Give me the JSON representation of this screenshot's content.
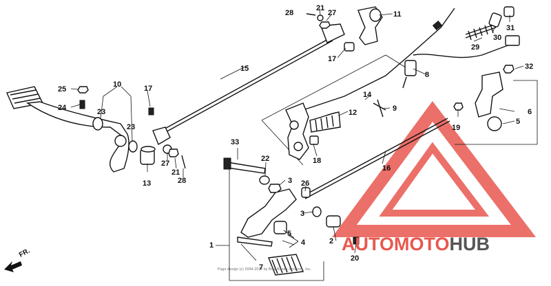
{
  "diagram": {
    "copyright": "Page design (c) 2004-2017 by Bike Bandit Services, Inc.",
    "direction_label": "FR.",
    "watermark": {
      "part1": "AUTO",
      "part2": "MOTO",
      "part3": "HUB",
      "colors": {
        "red": "#e8584f",
        "gray": "#555555"
      }
    },
    "callouts": [
      {
        "id": "c1",
        "text": "1"
      },
      {
        "id": "c2",
        "text": "2"
      },
      {
        "id": "c3a",
        "text": "3"
      },
      {
        "id": "c3b",
        "text": "3"
      },
      {
        "id": "c4",
        "text": "4"
      },
      {
        "id": "c5a",
        "text": "5"
      },
      {
        "id": "c5b",
        "text": "5"
      },
      {
        "id": "c6",
        "text": "6"
      },
      {
        "id": "c7",
        "text": "7"
      },
      {
        "id": "c8",
        "text": "8"
      },
      {
        "id": "c9",
        "text": "9"
      },
      {
        "id": "c10",
        "text": "10"
      },
      {
        "id": "c11",
        "text": "11"
      },
      {
        "id": "c12",
        "text": "12"
      },
      {
        "id": "c13",
        "text": "13"
      },
      {
        "id": "c14",
        "text": "14"
      },
      {
        "id": "c15",
        "text": "15"
      },
      {
        "id": "c16",
        "text": "16"
      },
      {
        "id": "c17a",
        "text": "17"
      },
      {
        "id": "c17b",
        "text": "17"
      },
      {
        "id": "c18",
        "text": "18"
      },
      {
        "id": "c19",
        "text": "19"
      },
      {
        "id": "c20",
        "text": "20"
      },
      {
        "id": "c21a",
        "text": "21"
      },
      {
        "id": "c21b",
        "text": "21"
      },
      {
        "id": "c22",
        "text": "22"
      },
      {
        "id": "c23a",
        "text": "23"
      },
      {
        "id": "c23b",
        "text": "23"
      },
      {
        "id": "c24",
        "text": "24"
      },
      {
        "id": "c25",
        "text": "25"
      },
      {
        "id": "c26",
        "text": "26"
      },
      {
        "id": "c27a",
        "text": "27"
      },
      {
        "id": "c27b",
        "text": "27"
      },
      {
        "id": "c28a",
        "text": "28"
      },
      {
        "id": "c28b",
        "text": "28"
      },
      {
        "id": "c29",
        "text": "29"
      },
      {
        "id": "c30",
        "text": "30"
      },
      {
        "id": "c31",
        "text": "31"
      },
      {
        "id": "c32",
        "text": "32"
      },
      {
        "id": "c33",
        "text": "33"
      }
    ]
  }
}
